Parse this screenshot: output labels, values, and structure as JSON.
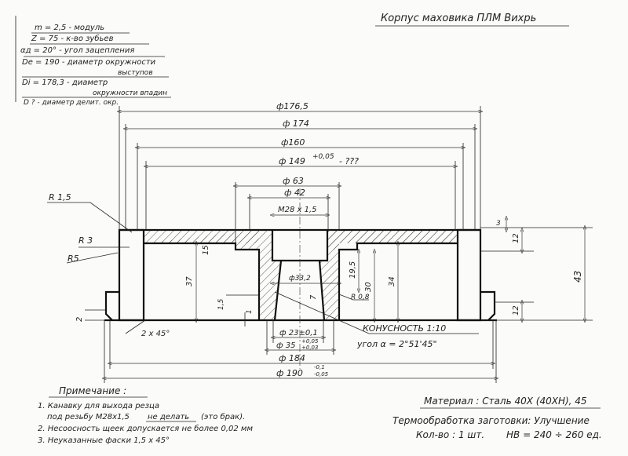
{
  "title": "Корпус маховика ПЛМ Вихрь",
  "parameters": [
    {
      "text": "m = 2,5  -  модуль"
    },
    {
      "text": "Z = 75  - к-во зубьев"
    },
    {
      "text": "αд = 20° - угол зацепления"
    },
    {
      "text": "De = 190 - диаметр окружности"
    },
    {
      "text": "выступов"
    },
    {
      "text": "Di = 178,3 - диаметр"
    },
    {
      "text": "окружности впадин"
    },
    {
      "text": "D   ?   - диаметр делит. окр."
    }
  ],
  "dimensions": {
    "d176": "ф176,5",
    "d174": "ф 174",
    "d160": "ф160",
    "d149": "ф 149",
    "d149_tol": "+0,05",
    "d149_note": "- ???",
    "d63": "ф 63",
    "d42": "ф 42",
    "m28": "M28 x 1,5",
    "r15": "R 1,5",
    "r3": "R 3",
    "r5": "R5",
    "h15": "15",
    "h37": "37",
    "h15_5": "1,5",
    "h2": "2",
    "h1": "1",
    "chamfer": "2 x 45°",
    "d33": "ф33,2",
    "taper_mark": "7",
    "h19": "19,5",
    "h30": "30",
    "h34": "34",
    "r08": "R 0,8",
    "h3": "3",
    "h12a": "12",
    "h12b": "12",
    "h43": "43",
    "d23": "ф 23±0,1",
    "d35": "ф 35",
    "d35_tol_up": "+0,05",
    "d35_tol_lo": "+0,03",
    "taper": "КОНУСНОСТЬ  1:10",
    "angle": "угол α = 2°51'45\"",
    "d184": "ф 184",
    "d190": "ф 190",
    "d190_tol_up": "-0,1",
    "d190_tol_lo": "-0,05"
  },
  "notes": {
    "heading": "Примечание :",
    "items": [
      "1. Канавку для выхода резца",
      "под резьбу М28х1,5",
      "не делать",
      "(это брак).",
      "2. Несоосность щеек допускается не более 0,02 мм",
      "3. Неуказанные фаски 1,5 х 45°"
    ]
  },
  "spec": {
    "material": "Материал : Сталь 40Х (40ХН), 45",
    "heat": "Термообработка заготовки: Улучшение",
    "qty": "Кол-во :  1 шт.",
    "hardness": "HB = 240 ÷ 260 ед."
  }
}
